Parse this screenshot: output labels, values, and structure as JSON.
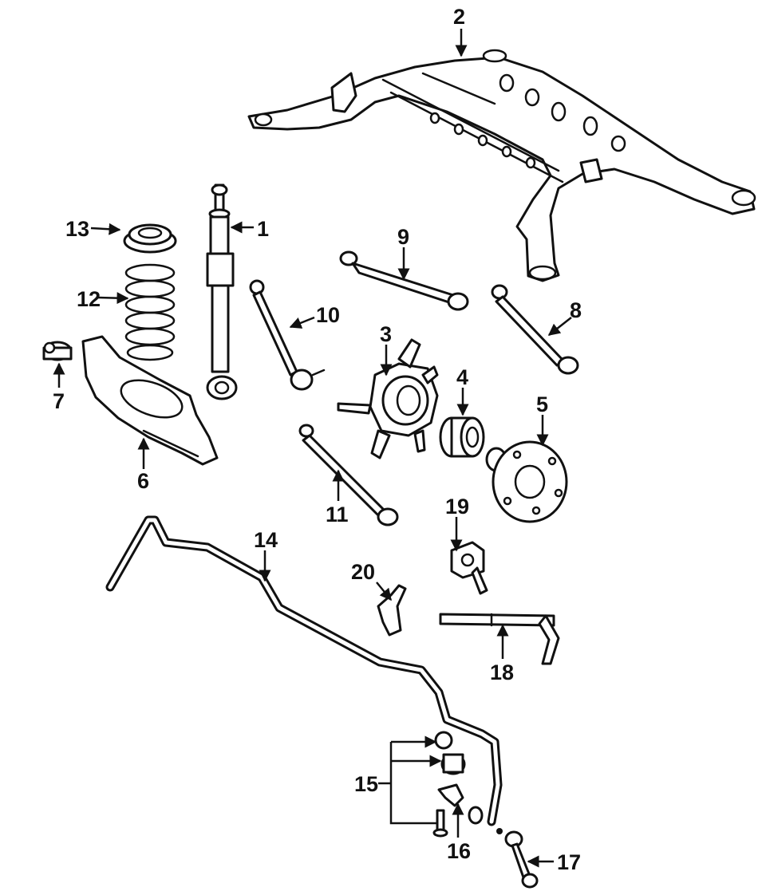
{
  "callouts": {
    "c1": "1",
    "c2": "2",
    "c3": "3",
    "c4": "4",
    "c5": "5",
    "c6": "6",
    "c7": "7",
    "c8": "8",
    "c9": "9",
    "c10": "10",
    "c11": "11",
    "c12": "12",
    "c13": "13",
    "c14": "14",
    "c15": "15",
    "c16": "16",
    "c17": "17",
    "c18": "18",
    "c19": "19",
    "c20": "20"
  },
  "colors": {
    "line": "#111111",
    "background": "#ffffff"
  }
}
